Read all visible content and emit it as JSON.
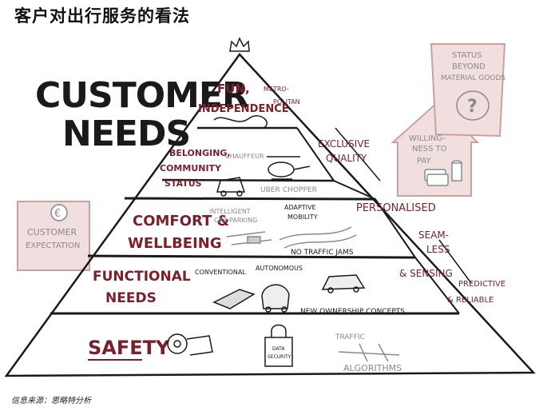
{
  "page": {
    "title": "客户对出行服务的看法",
    "source": "信息来源：思略特分析"
  },
  "main_label": {
    "line1": "CUSTOMER",
    "line2": "NEEDS"
  },
  "pyramid": {
    "levels": [
      {
        "name_lines": [
          "FUN,",
          "INDEPENDENCE"
        ],
        "annotations": [
          "METRO-",
          "POLITAN"
        ]
      },
      {
        "name_lines": [
          "BELONGING,",
          "COMMUNITY",
          "STATUS"
        ],
        "annotations": [
          "CHAUFFEUR",
          "UBER",
          "CHOPPER"
        ]
      },
      {
        "name_lines": [
          "COMFORT &",
          "WELLBEING"
        ],
        "annotations": [
          "INTELLIGENT",
          "CAR PARKING",
          "ADAPTIVE",
          "MOBILITY",
          "NO TRAFFIC JAMS"
        ]
      },
      {
        "name_lines": [
          "FUNCTIONAL",
          "NEEDS"
        ],
        "annotations": [
          "CONVENTIONAL",
          "AUTONOMOUS",
          "NEW OWNERSHIP CONCEPTS"
        ]
      },
      {
        "name_lines": [
          "SAFETY"
        ],
        "annotations": [
          "DATA",
          "SECURITY",
          "TRAFFIC",
          "ALGORITHMS"
        ]
      }
    ]
  },
  "side_labels": {
    "exclusive_quality": [
      "EXCLUSIVE",
      "QUALITY"
    ],
    "personalised": "PERSONALISED",
    "seamless_sensing": [
      "SEAM-",
      "LESS",
      "& SENSING"
    ],
    "predictive_reliable": [
      "PREDICTIVE",
      "& RELIABLE"
    ]
  },
  "customer_expectation": {
    "lines": [
      "CUSTOMER",
      "EXPECTATION"
    ],
    "icon": "euro-coin-icon"
  },
  "status_note": {
    "lines": [
      "STATUS",
      "BEYOND",
      "MATERIAL GOODS"
    ],
    "icon": "question-mark-icon"
  },
  "willingness": {
    "lines": [
      "WILLING-",
      "NESS TO",
      "PAY"
    ],
    "icon": "money-stack-icon"
  },
  "colors": {
    "maroon": "#7a1f2b",
    "ink": "#1a1a1a",
    "grey": "#8a8a8a",
    "pink_fill": "#f1dfdf",
    "pink_stroke": "#c9a1a1"
  }
}
